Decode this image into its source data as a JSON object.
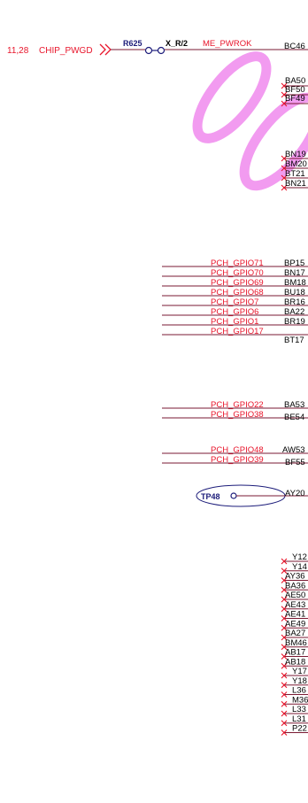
{
  "colors": {
    "wire": "#7a1a33",
    "net_label": "#e8152b",
    "pin": "#000000",
    "resistor": "#1c1c7a",
    "highlight": "#f29bf0"
  },
  "top_net": {
    "page_ref": "11,28",
    "signal": "CHIP_PWGD",
    "ref_des": "R625",
    "value": "X_R/2",
    "output_net": "ME_PWROK",
    "pin": "BC46"
  },
  "pins_group_a": [
    "BA50",
    "BF50",
    "BF49"
  ],
  "pins_group_b": [
    "BN19",
    "BM20",
    "BT21",
    "BN21"
  ],
  "gpio_group_1": [
    {
      "net": "PCH_GPIO71",
      "pin": "BP15"
    },
    {
      "net": "PCH_GPIO70",
      "pin": "BN17"
    },
    {
      "net": "PCH_GPIO69",
      "pin": "BM18"
    },
    {
      "net": "PCH_GPIO68",
      "pin": "BU18"
    },
    {
      "net": "PCH_GPIO7",
      "pin": "BR16"
    },
    {
      "net": "PCH_GPIO6",
      "pin": "BA22"
    },
    {
      "net": "PCH_GPIO1",
      "pin": "BR19"
    },
    {
      "net": "PCH_GPIO17",
      "pin": "BT17"
    }
  ],
  "gpio_group_2": [
    {
      "net": "PCH_GPIO22",
      "pin": "BA53"
    },
    {
      "net": "PCH_GPIO38",
      "pin": "BE54"
    }
  ],
  "gpio_group_3": [
    {
      "net": "PCH_GPIO48",
      "pin": "AW53"
    },
    {
      "net": "PCH_GPIO39",
      "pin": "BF55"
    }
  ],
  "test_point": {
    "ref": "TP48",
    "pin": "AY20"
  },
  "nc_pins": [
    "Y12",
    "Y14",
    "AY36",
    "BA36",
    "AE50",
    "AE43",
    "AE41",
    "AE49",
    "BA27",
    "BM46",
    "AB17",
    "AB18",
    "Y17",
    "Y18",
    "L36",
    "M36",
    "L33",
    "L31",
    "P22"
  ]
}
